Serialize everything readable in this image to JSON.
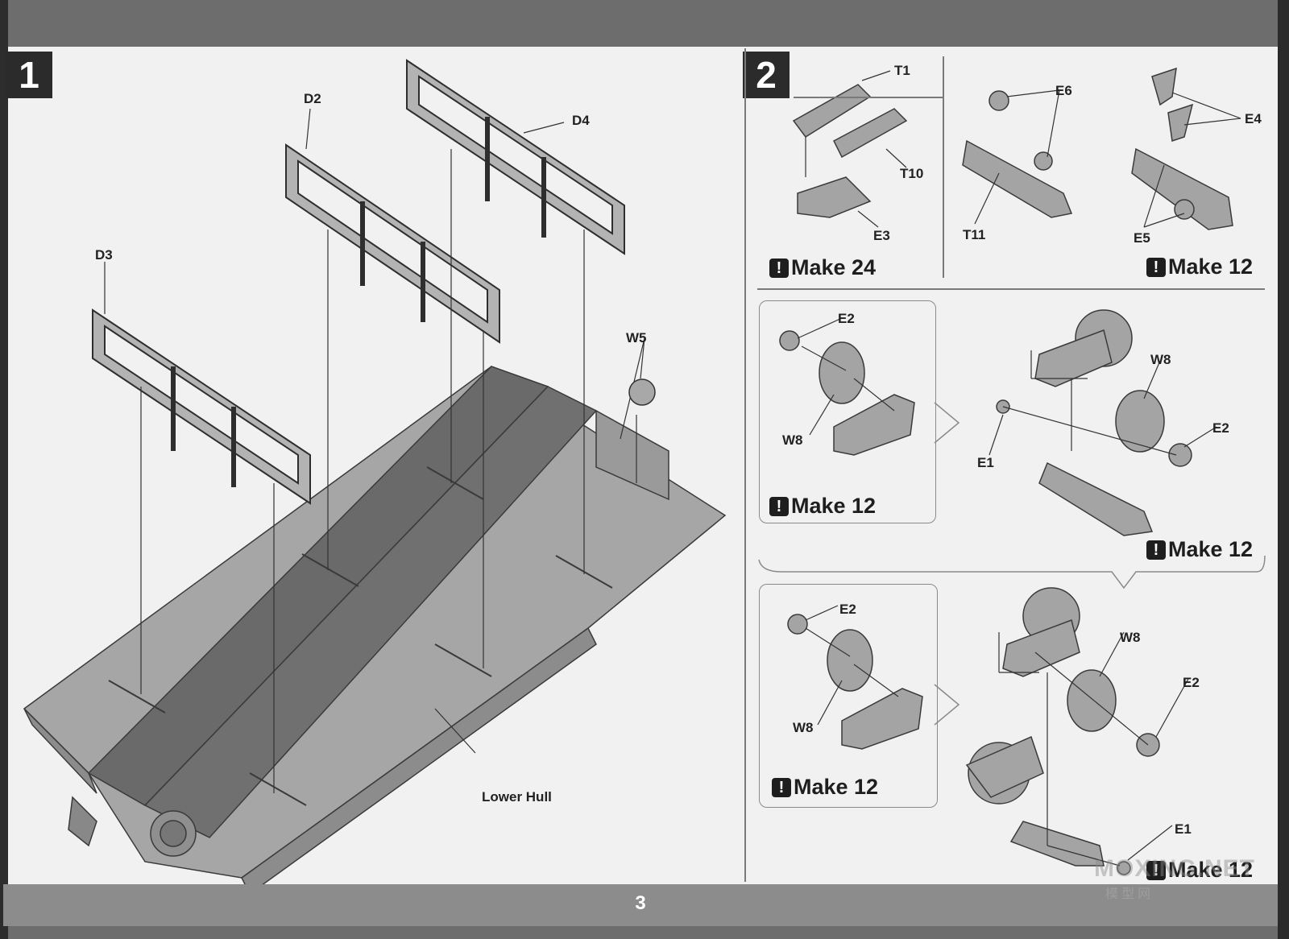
{
  "page": {
    "number": "3"
  },
  "watermark": {
    "text": "MOXING.NET",
    "subtext": "模型网"
  },
  "step1": {
    "badge": "1",
    "labels": {
      "d2": "D2",
      "d3": "D3",
      "d4": "D4",
      "w5": "W5",
      "lower_hull": "Lower Hull"
    }
  },
  "step2": {
    "badge": "2",
    "a": {
      "t1": "T1",
      "t10": "T10",
      "e3": "E3",
      "make": "Make 24"
    },
    "b": {
      "e6": "E6",
      "t11": "T11",
      "make": "Make 12"
    },
    "c": {
      "e4": "E4",
      "e5": "E5",
      "make": "Make 12"
    },
    "d": {
      "e2": "E2",
      "w8": "W8",
      "make": "Make 12"
    },
    "e": {
      "w8": "W8",
      "e2": "E2",
      "e1": "E1",
      "make": "Make 12"
    },
    "f": {
      "e2": "E2",
      "w8": "W8",
      "make": "Make 12"
    },
    "g": {
      "w8": "W8",
      "e2": "E2",
      "e1": "E1",
      "make": "Make 12"
    }
  },
  "warning_glyph": "!"
}
